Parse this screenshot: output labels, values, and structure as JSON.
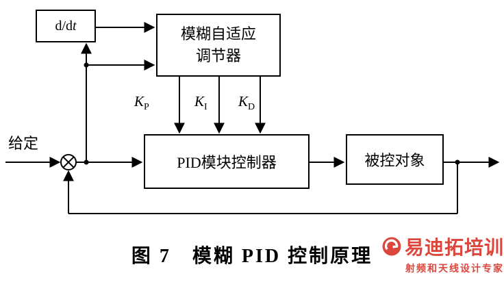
{
  "diagram": {
    "blocks": {
      "ddt": {
        "prefix": "d/d",
        "var": "t"
      },
      "fuzzy": {
        "line1": "模糊自适应",
        "line2": "调节器"
      },
      "pid": {
        "label": "PID模块控制器"
      },
      "plant": {
        "label": "被控对象"
      }
    },
    "setpoint_label": "给定",
    "gains": [
      {
        "base": "K",
        "sub": "P"
      },
      {
        "base": "K",
        "sub": "I"
      },
      {
        "base": "K",
        "sub": "D"
      }
    ],
    "caption": "图 7　模糊 PID 控制原理"
  },
  "watermark": {
    "title": "易迪拓培训",
    "subtitle": "射频和天线设计专家",
    "color": "#d9382c"
  },
  "line_color": "#000000",
  "background_color": "#ffffff"
}
